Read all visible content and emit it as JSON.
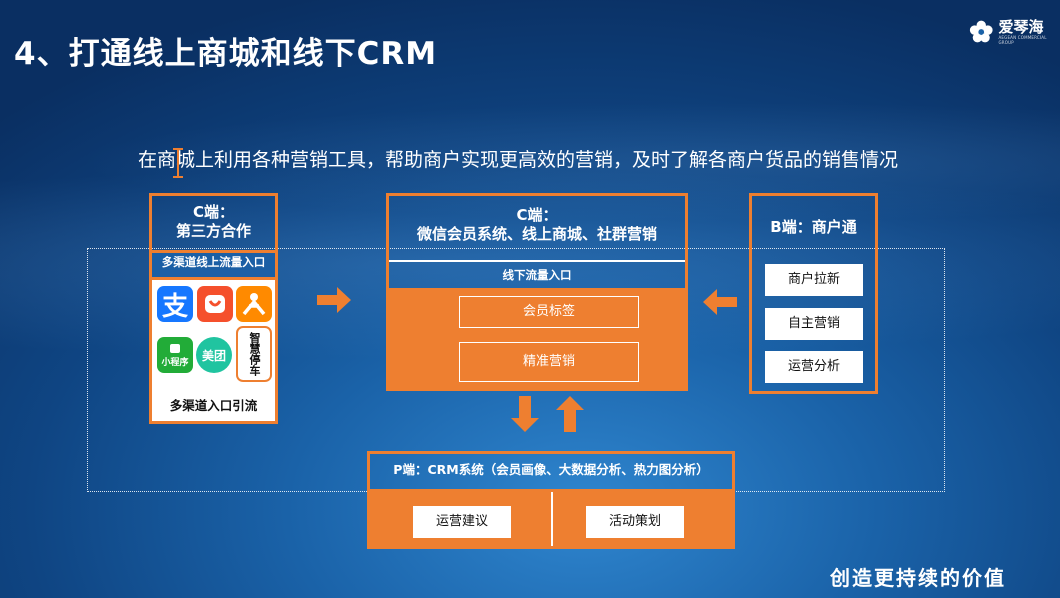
{
  "header": {
    "title": "4、打通线上商城和线下CRM"
  },
  "logo": {
    "name": "爱琴海",
    "subtext": "AEGEAN COMMERCIAL GROUP"
  },
  "subtitle": "在商城上利用各种营销工具，帮助商户实现更高效的营销，及时了解各商户货品的销售情况",
  "left_box": {
    "title_line1": "C端：",
    "title_line2": "第三方合作",
    "entry": "多渠道线上流量入口",
    "icons": [
      {
        "name": "alipay-icon",
        "glyph": "支",
        "color": "#1677ff"
      },
      {
        "name": "koubei-icon",
        "glyph": "",
        "color": "#f5502c"
      },
      {
        "name": "didi-icon",
        "glyph": "",
        "color": "#ff8a00"
      },
      {
        "name": "wechat-miniprogram-icon",
        "glyph": "小程序",
        "color": "#22ac38"
      },
      {
        "name": "meituan-icon",
        "glyph": "美团",
        "color": "#20c4a0"
      },
      {
        "name": "smart-parking-icon",
        "glyph": "智慧停车",
        "color": "#ee7f30"
      }
    ],
    "footer": "多渠道入口引流"
  },
  "center_box": {
    "title_line1": "C端：",
    "title_line2": "微信会员系统、线上商城、社群营销",
    "entry": "线下流量入口",
    "buttons": [
      "会员标签",
      "精准营销"
    ]
  },
  "right_box": {
    "title": "B端：商户通",
    "buttons": [
      "商户拉新",
      "自主营销",
      "运营分析"
    ]
  },
  "bottom_box": {
    "title": "P端：CRM系统（会员画像、大数据分析、热力图分析）",
    "buttons": [
      "运营建议",
      "活动策划"
    ]
  },
  "footer": {
    "slogan": "创造更持续的价值"
  },
  "colors": {
    "accent": "#ee7f30",
    "background": "#1a62a8"
  }
}
